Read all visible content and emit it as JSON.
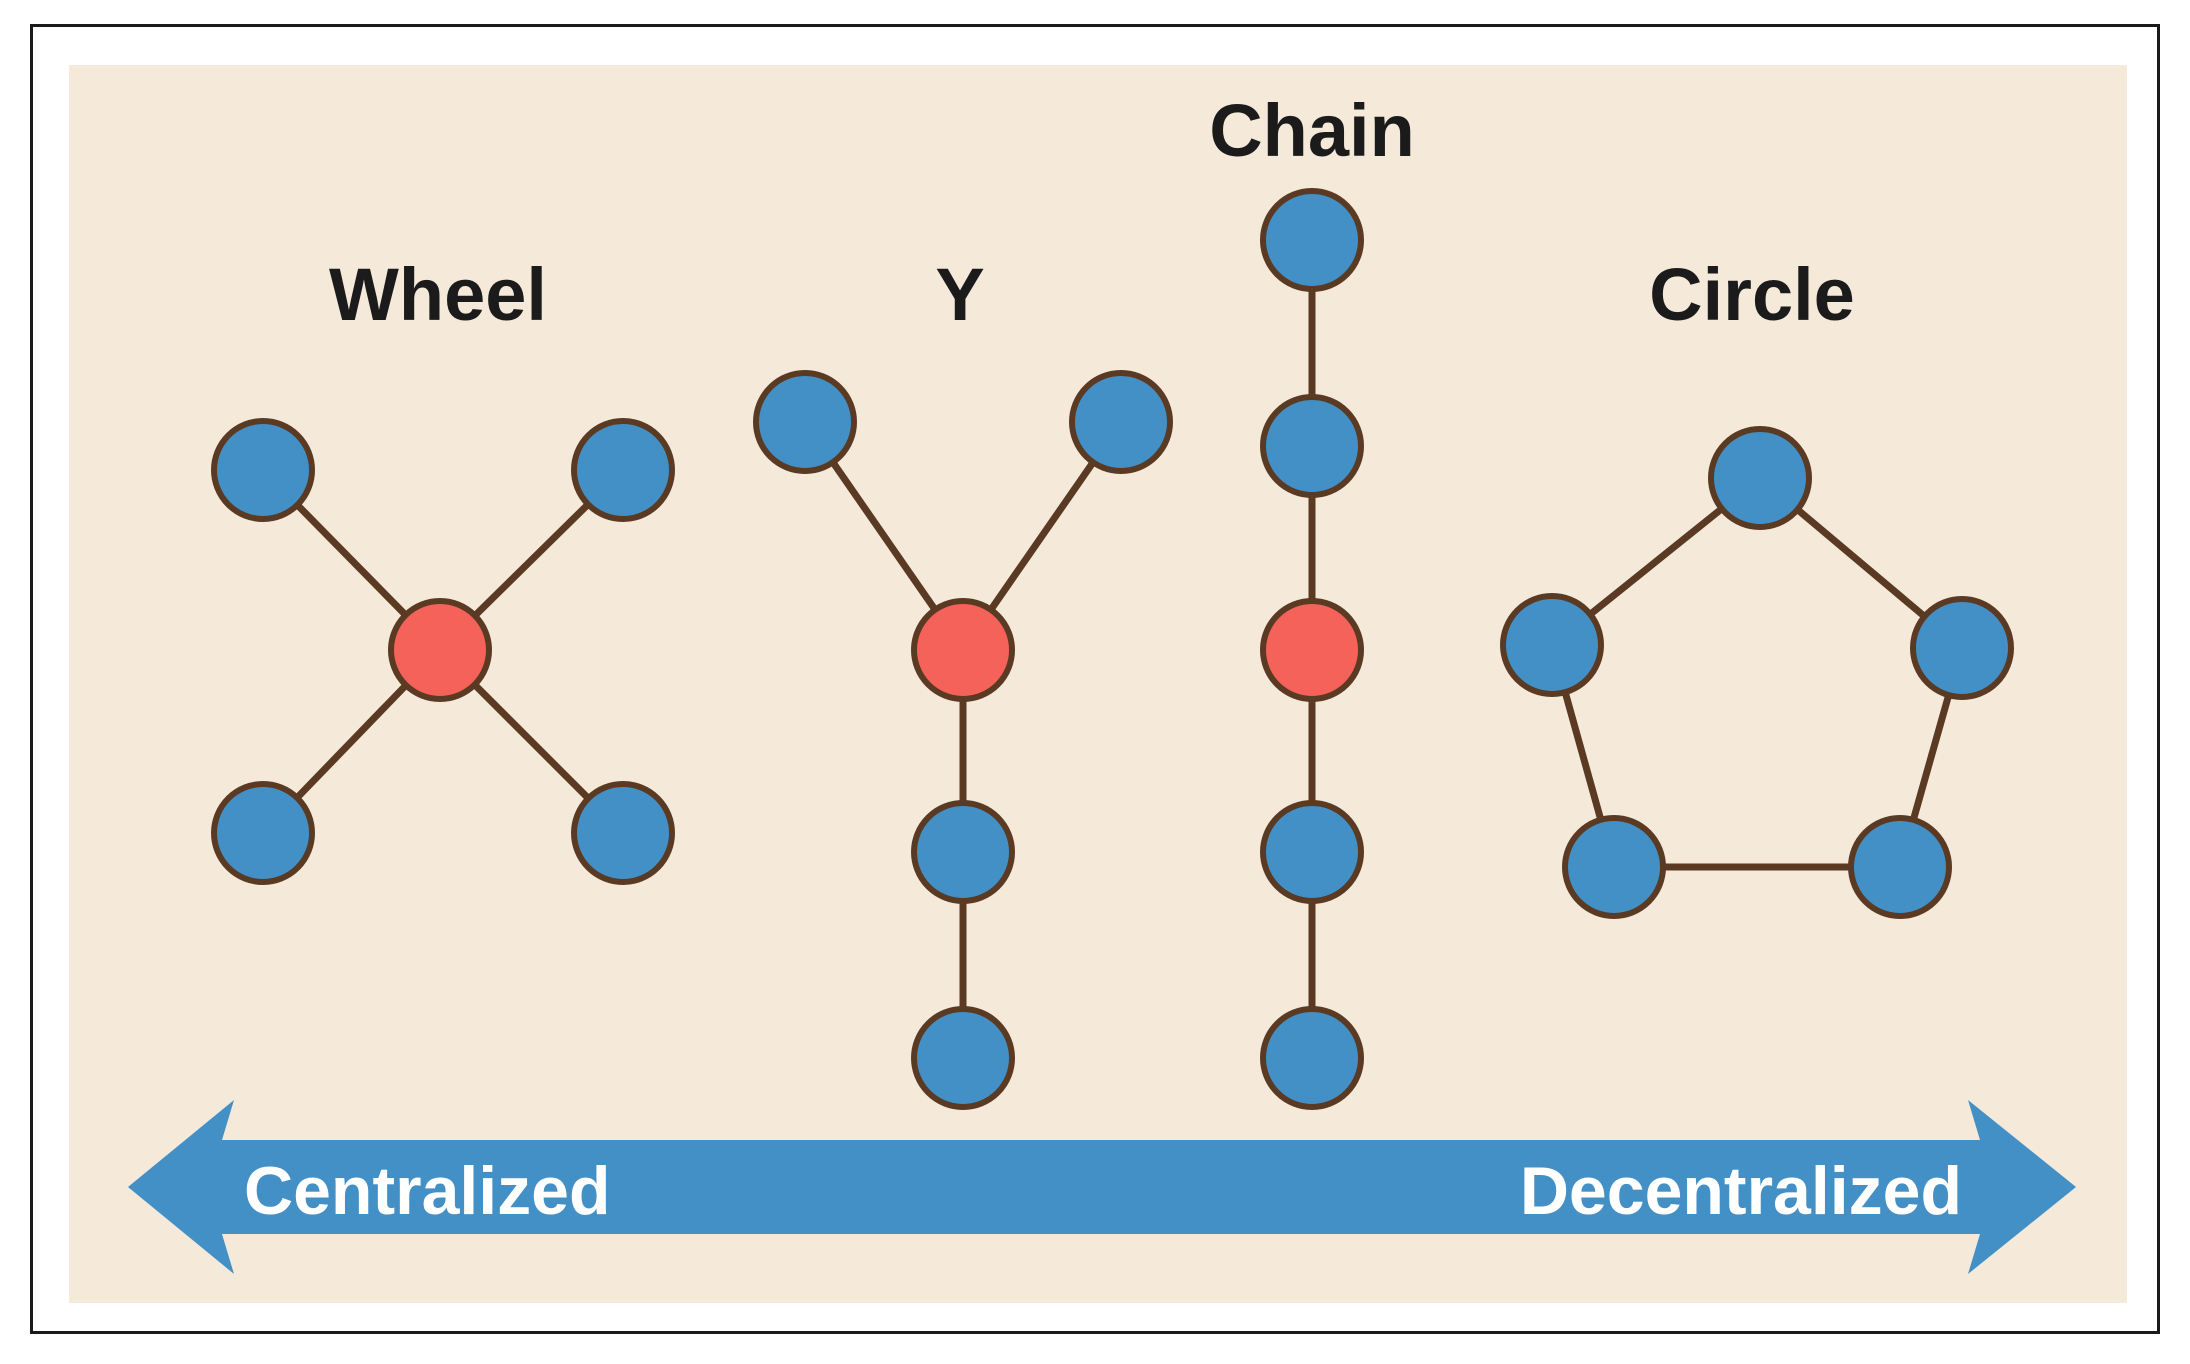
{
  "colors": {
    "background": "#f5e9da",
    "node_regular": "#4390c6",
    "node_central": "#f4625a",
    "edge": "#5a3a23",
    "arrow": "#4390c6",
    "title_text": "#1b1b1b",
    "arrow_text": "#ffffff"
  },
  "networks": [
    {
      "id": "wheel",
      "title": "Wheel",
      "central_nodes": 1,
      "peripheral_nodes": 4
    },
    {
      "id": "y",
      "title": "Y",
      "central_nodes": 1,
      "peripheral_nodes": 4
    },
    {
      "id": "chain",
      "title": "Chain",
      "central_nodes": 1,
      "peripheral_nodes": 4
    },
    {
      "id": "circle",
      "title": "Circle",
      "central_nodes": 0,
      "peripheral_nodes": 5
    }
  ],
  "arrow": {
    "left_label": "Centralized",
    "right_label": "Decentralized"
  }
}
